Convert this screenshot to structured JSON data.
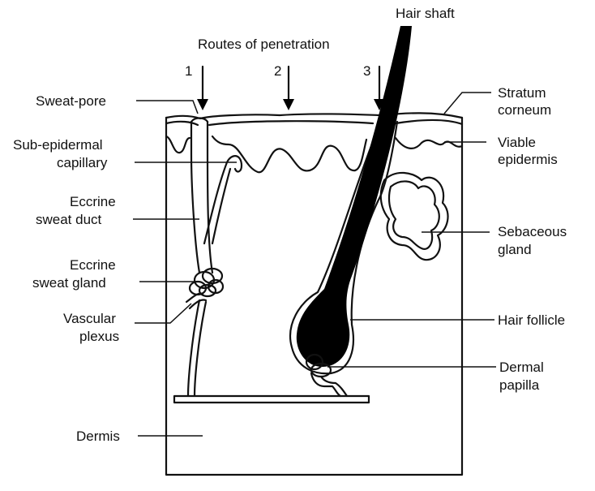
{
  "title": "Routes of penetration",
  "routes": [
    {
      "num": "1"
    },
    {
      "num": "2"
    },
    {
      "num": "3"
    }
  ],
  "labels": {
    "hair_shaft": "Hair shaft",
    "sweat_pore": "Sweat-pore",
    "sub_epidermal_1": "Sub-epidermal",
    "sub_epidermal_2": "capillary",
    "eccrine_duct_1": "Eccrine",
    "eccrine_duct_2": "sweat duct",
    "eccrine_gland_1": "Eccrine",
    "eccrine_gland_2": "sweat gland",
    "vascular_1": "Vascular",
    "vascular_2": "plexus",
    "dermis": "Dermis",
    "stratum_1": "Stratum",
    "stratum_2": "corneum",
    "viable_1": "Viable",
    "viable_2": "epidermis",
    "sebaceous_1": "Sebaceous",
    "sebaceous_2": "gland",
    "hair_follicle": "Hair follicle",
    "dermal_papilla_1": "Dermal",
    "dermal_papilla_2": "papilla"
  }
}
